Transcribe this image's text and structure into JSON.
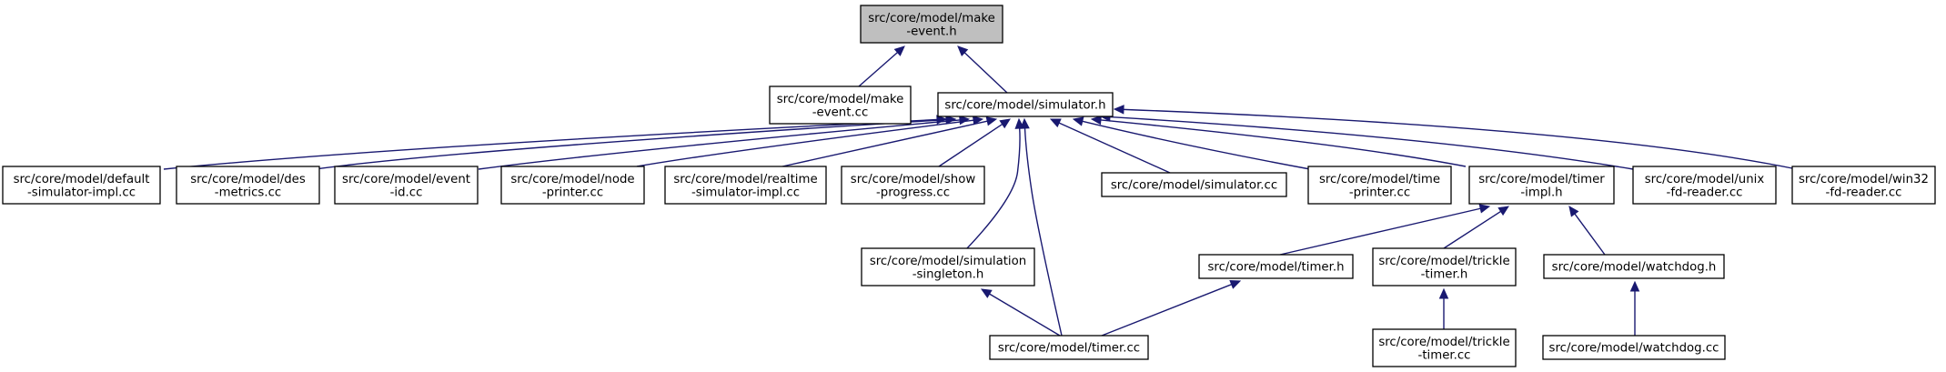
{
  "diagram": {
    "type": "include-dependency-graph",
    "nodes": [
      {
        "id": "make-event-h",
        "lines": [
          "src/core/model/make",
          "-event.h"
        ],
        "root": true
      },
      {
        "id": "make-event-cc",
        "lines": [
          "src/core/model/make",
          "-event.cc"
        ]
      },
      {
        "id": "simulator-h",
        "lines": [
          "src/core/model/simulator.h"
        ]
      },
      {
        "id": "default-simulator-impl-cc",
        "lines": [
          "src/core/model/default",
          "-simulator-impl.cc"
        ]
      },
      {
        "id": "des-metrics-cc",
        "lines": [
          "src/core/model/des",
          "-metrics.cc"
        ]
      },
      {
        "id": "event-id-cc",
        "lines": [
          "src/core/model/event",
          "-id.cc"
        ]
      },
      {
        "id": "node-printer-cc",
        "lines": [
          "src/core/model/node",
          "-printer.cc"
        ]
      },
      {
        "id": "realtime-simulator-impl-cc",
        "lines": [
          "src/core/model/realtime",
          "-simulator-impl.cc"
        ]
      },
      {
        "id": "show-progress-cc",
        "lines": [
          "src/core/model/show",
          "-progress.cc"
        ]
      },
      {
        "id": "simulator-cc",
        "lines": [
          "src/core/model/simulator.cc"
        ]
      },
      {
        "id": "time-printer-cc",
        "lines": [
          "src/core/model/time",
          "-printer.cc"
        ]
      },
      {
        "id": "timer-impl-h",
        "lines": [
          "src/core/model/timer",
          "-impl.h"
        ]
      },
      {
        "id": "unix-fd-reader-cc",
        "lines": [
          "src/core/model/unix",
          "-fd-reader.cc"
        ]
      },
      {
        "id": "win32-fd-reader-cc",
        "lines": [
          "src/core/model/win32",
          "-fd-reader.cc"
        ]
      },
      {
        "id": "simulation-singleton-h",
        "lines": [
          "src/core/model/simulation",
          "-singleton.h"
        ]
      },
      {
        "id": "timer-h",
        "lines": [
          "src/core/model/timer.h"
        ]
      },
      {
        "id": "trickle-timer-h",
        "lines": [
          "src/core/model/trickle",
          "-timer.h"
        ]
      },
      {
        "id": "watchdog-h",
        "lines": [
          "src/core/model/watchdog.h"
        ]
      },
      {
        "id": "timer-cc",
        "lines": [
          "src/core/model/timer.cc"
        ]
      },
      {
        "id": "trickle-timer-cc",
        "lines": [
          "src/core/model/trickle",
          "-timer.cc"
        ]
      },
      {
        "id": "watchdog-cc",
        "lines": [
          "src/core/model/watchdog.cc"
        ]
      }
    ],
    "edges": [
      {
        "from": "make-event-cc",
        "to": "make-event-h"
      },
      {
        "from": "simulator-h",
        "to": "make-event-h"
      },
      {
        "from": "default-simulator-impl-cc",
        "to": "simulator-h"
      },
      {
        "from": "des-metrics-cc",
        "to": "simulator-h"
      },
      {
        "from": "event-id-cc",
        "to": "simulator-h"
      },
      {
        "from": "node-printer-cc",
        "to": "simulator-h"
      },
      {
        "from": "realtime-simulator-impl-cc",
        "to": "simulator-h"
      },
      {
        "from": "show-progress-cc",
        "to": "simulator-h"
      },
      {
        "from": "simulator-cc",
        "to": "simulator-h"
      },
      {
        "from": "time-printer-cc",
        "to": "simulator-h"
      },
      {
        "from": "timer-impl-h",
        "to": "simulator-h"
      },
      {
        "from": "unix-fd-reader-cc",
        "to": "simulator-h"
      },
      {
        "from": "win32-fd-reader-cc",
        "to": "simulator-h"
      },
      {
        "from": "simulation-singleton-h",
        "to": "simulator-h"
      },
      {
        "from": "timer-cc",
        "to": "simulator-h"
      },
      {
        "from": "timer-h",
        "to": "timer-impl-h"
      },
      {
        "from": "trickle-timer-h",
        "to": "timer-impl-h"
      },
      {
        "from": "watchdog-h",
        "to": "timer-impl-h"
      },
      {
        "from": "timer-cc",
        "to": "simulation-singleton-h"
      },
      {
        "from": "timer-cc",
        "to": "timer-h"
      },
      {
        "from": "trickle-timer-cc",
        "to": "trickle-timer-h"
      },
      {
        "from": "watchdog-cc",
        "to": "watchdog-h"
      }
    ],
    "colors": {
      "edge": "#191970",
      "root_fill": "#bfbfbf",
      "node_fill": "#ffffff",
      "node_border": "#000000",
      "text": "#000000"
    }
  }
}
